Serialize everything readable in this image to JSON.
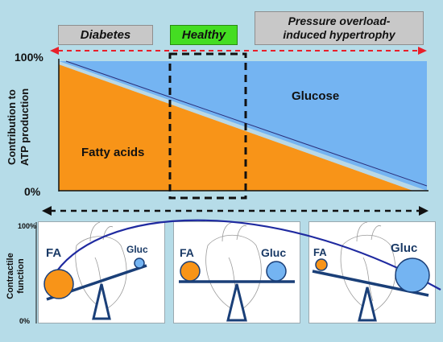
{
  "top": {
    "conditions": {
      "diabetes": "Diabetes",
      "healthy": "Healthy",
      "pressure_line1": "Pressure overload-",
      "pressure_line2": "induced hypertrophy"
    },
    "y_axis": {
      "label_line1": "Contribution to",
      "label_line2": "ATP production",
      "tick_top": "100%",
      "tick_bottom": "0%"
    },
    "regions": {
      "glucose": "Glucose",
      "fatty_acids": "Fatty acids"
    },
    "colors": {
      "glucose": "#74b4f2",
      "fatty_acids": "#f89418",
      "arrow_red": "#e8202a",
      "healthy_box": "#44dd22"
    }
  },
  "bottom": {
    "y_axis": {
      "label_line1": "Contractile",
      "label_line2": "function",
      "tick_top": "100%",
      "tick_bottom": "0%"
    },
    "panels": [
      {
        "fa_label": "FA",
        "gluc_label": "Gluc"
      },
      {
        "fa_label": "FA",
        "gluc_label": "Gluc"
      },
      {
        "fa_label": "FA",
        "gluc_label": "Gluc"
      }
    ],
    "colors": {
      "seesaw": "#1a3f78",
      "curve": "#1f2aa0"
    }
  }
}
